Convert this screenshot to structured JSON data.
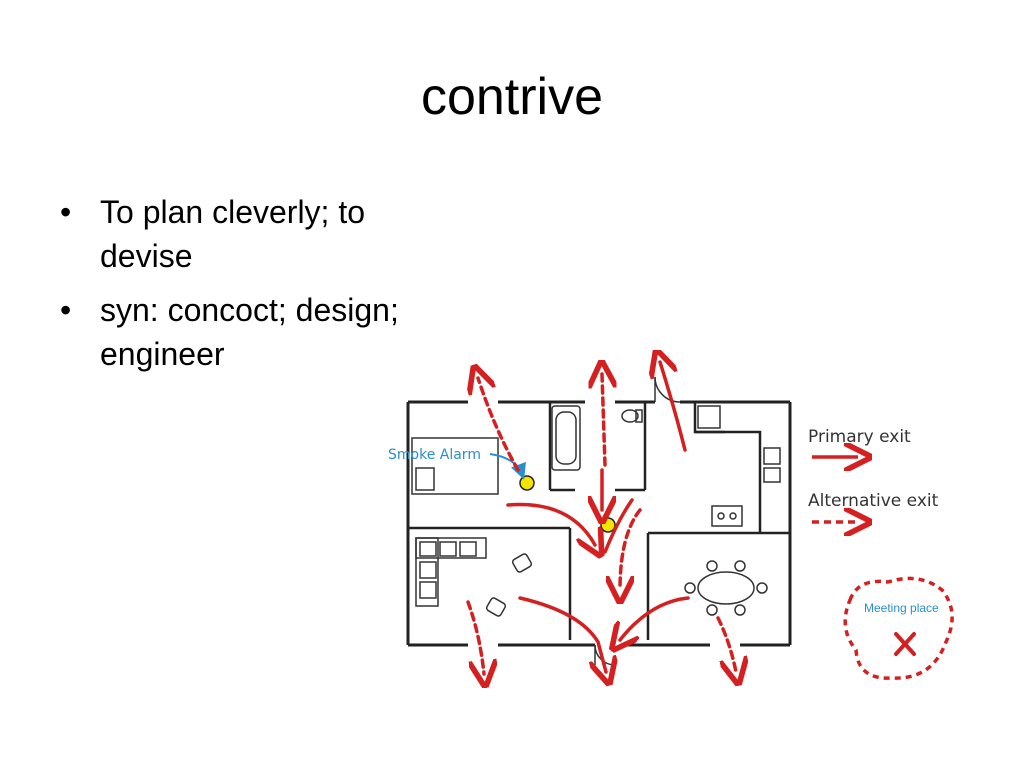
{
  "slide": {
    "title": "contrive",
    "bullets": [
      {
        "text": "To plan cleverly; to devise",
        "line1": "To plan cleverly; to",
        "line2": "devise"
      },
      {
        "text": "syn: concoct; design; engineer",
        "line1": "syn: concoct; design;",
        "line2": "engineer"
      }
    ],
    "bullet_glyph": "•"
  },
  "illustration": {
    "labels": {
      "smoke_alarm": "Smoke Alarm",
      "primary_exit": "Primary exit",
      "alternative_exit": "Alternative exit",
      "meeting_place": "Meeting place"
    },
    "colors": {
      "route_red": "#d42020",
      "alarm_blue": "#2a8fd0",
      "alarm_yellow": "#f5e400",
      "wall": "#222222"
    },
    "icons": [
      "smoke-alarm-icon",
      "meeting-place-x-icon"
    ]
  }
}
